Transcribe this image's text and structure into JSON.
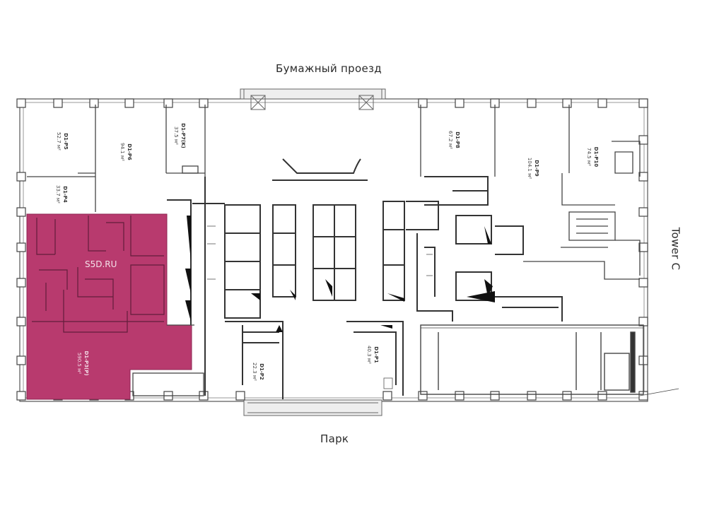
{
  "streets": {
    "top": "Бумажный проезд",
    "bottom": "Парк",
    "right": "Tower C"
  },
  "watermark": "S5D.RU",
  "colors": {
    "highlight": "#b83a6e",
    "wall": "#333333",
    "grid": "#555555"
  },
  "units": [
    {
      "code": "D1-P5",
      "area": "52.7 м²"
    },
    {
      "code": "D1-P6",
      "area": "94.1 м²"
    },
    {
      "code": "D1-P7(K)",
      "area": "37.5 м²"
    },
    {
      "code": "D1-P4",
      "area": "33.7 м²"
    },
    {
      "code": "D1-P8",
      "area": "67.2 м²"
    },
    {
      "code": "D1-P9",
      "area": "104.1 м²"
    },
    {
      "code": "D1-P10",
      "area": "74.5 м²"
    },
    {
      "code": "D1-P3(P)",
      "area": "590.5 м²"
    },
    {
      "code": "D1-P2",
      "area": "22.3 м²"
    },
    {
      "code": "D1-P1",
      "area": "40.3 м²"
    }
  ]
}
